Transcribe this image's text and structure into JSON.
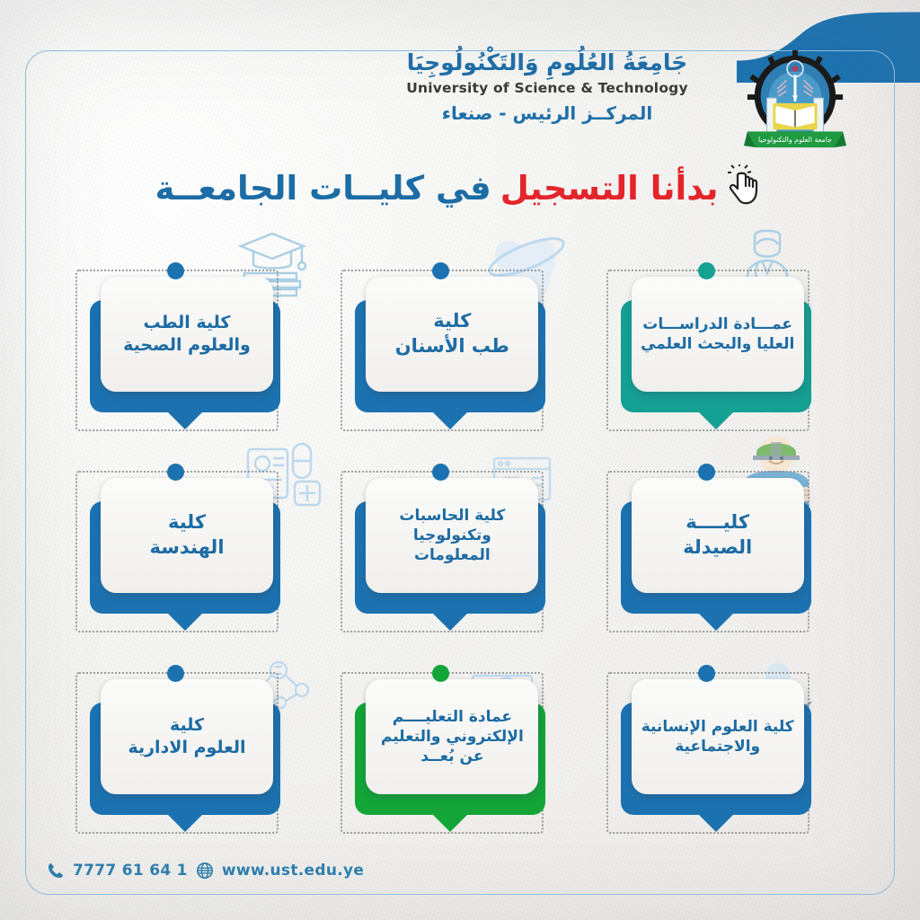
{
  "header": {
    "arabic_name": "جَامِعَةُ العُلُومِ وَالتَكْنُولُوجِيَا",
    "english_name": "University of Science & Technology",
    "center": "المركــز الرئيس - صنعاء",
    "logo_name": "ust-logo"
  },
  "title": {
    "highlight": "بدأنا التسجيل",
    "rest": "في كليــات الجامعــة",
    "highlight_color": "#e3252b",
    "rest_color": "#1c6ca5",
    "cursor_icon": "hand-pointer-icon"
  },
  "colors": {
    "blue": "#1c72b0",
    "teal": "#15a094",
    "green": "#17a game",
    "green_hex": "#13a538",
    "text_blue": "#1d6ba3",
    "frame": "#8fc0dd"
  },
  "cards": [
    {
      "label": "عمـــادة الدراســـات\nالعليا والبحث العلمي",
      "accent": "#15a094",
      "size": "sm",
      "name": "card-graduate-studies",
      "deco": "graduation-cap-books-icon"
    },
    {
      "label": "كلية\nطب الأسنان",
      "accent": "#1c72b0",
      "size": "lg",
      "name": "card-dentistry",
      "deco": "tooth-icon"
    },
    {
      "label": "كلية الطب\nوالعلوم الصحية",
      "accent": "#1c72b0",
      "size": "md",
      "name": "card-medicine",
      "deco": "doctor-icon"
    },
    {
      "label": "كليــــة\nالصيدلة",
      "accent": "#1c72b0",
      "size": "lg",
      "name": "card-pharmacy",
      "deco": "pills-icon"
    },
    {
      "label": "كلية الحاسبات\nوتكنولوجيا\nالمعلومات",
      "accent": "#1c72b0",
      "size": "sm",
      "name": "card-computing",
      "deco": "computer-building-icon"
    },
    {
      "label": "كلية\nالهندسة",
      "accent": "#1c72b0",
      "size": "lg",
      "name": "card-engineering",
      "deco": "engineer-icon"
    },
    {
      "label": "كلية العلوم الإنسانية\nوالاجتماعية",
      "accent": "#1c72b0",
      "size": "sm",
      "name": "card-humanities",
      "deco": "network-nodes-icon"
    },
    {
      "label": "عمادة التعليــــم\nالإلكتروني والتعليم\nعن بُعــد",
      "accent": "#13a538",
      "size": "sm",
      "name": "card-elearning",
      "deco": "certificate-cap-icon"
    },
    {
      "label": "كلية\nالعلوم الادارية",
      "accent": "#1c72b0",
      "size": "md",
      "name": "card-administrative",
      "deco": "handshake-icon"
    }
  ],
  "footer": {
    "phone": "7777 61 64 1",
    "website": "www.ust.edu.ye",
    "phone_icon": "phone-icon",
    "globe_icon": "globe-icon"
  }
}
